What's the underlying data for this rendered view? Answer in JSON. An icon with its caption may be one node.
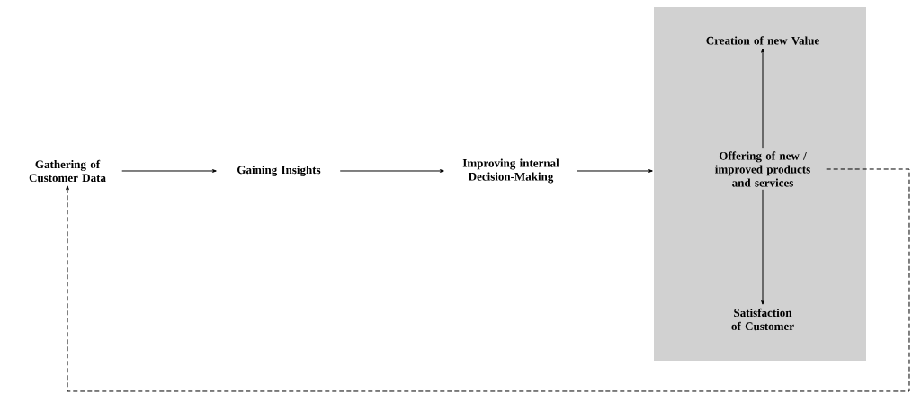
{
  "diagram": {
    "nodes": [
      {
        "text": [
          "Gathering of Customer Data"
        ]
      },
      {
        "text": [
          "Gaining Insights"
        ]
      },
      {
        "text": [
          "Improving internal Decision-Making"
        ]
      },
      {
        "text": [],
        "shape": "box"
      },
      {
        "text": [
          "Creation of new Value"
        ],
        "in": 3
      },
      {
        "text": [
          "Offering of new / improved products and services"
        ],
        "in": 3
      },
      {
        "text": [
          "Satisfaction of Customer"
        ],
        "in": 3
      }
    ],
    "edges": [
      {
        "from": 0,
        "to": 1,
        "arrow": "to"
      },
      {
        "from": 1,
        "to": 2,
        "arrow": "to"
      },
      {
        "from": 2,
        "to": 5,
        "arrow": "to"
      },
      {
        "from": 5,
        "to": 4,
        "arrow": "to"
      },
      {
        "from": 5,
        "to": 6,
        "arrow": "to"
      },
      {
        "from": 5,
        "to": 0,
        "arrow": "to",
        "style": "dashed"
      }
    ]
  }
}
